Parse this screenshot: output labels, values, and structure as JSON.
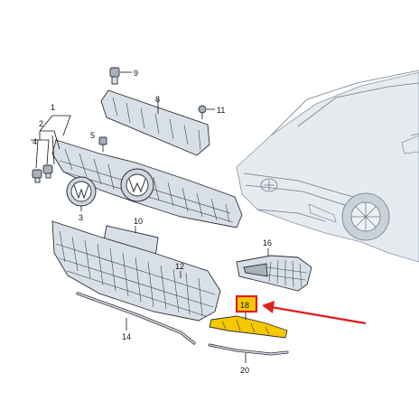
{
  "callouts": {
    "c1": "1",
    "c2": "2",
    "c3": "3",
    "c4": "4",
    "c5": "5",
    "c8": "8",
    "c9": "9",
    "c10": "10",
    "c11": "11",
    "c12": "12",
    "c14": "14",
    "c16": "16",
    "c18": "18",
    "c20": "20"
  },
  "colors": {
    "highlight_box": "#e02020",
    "arrow": "#e02020",
    "highlight_fill": "#f6c800"
  }
}
